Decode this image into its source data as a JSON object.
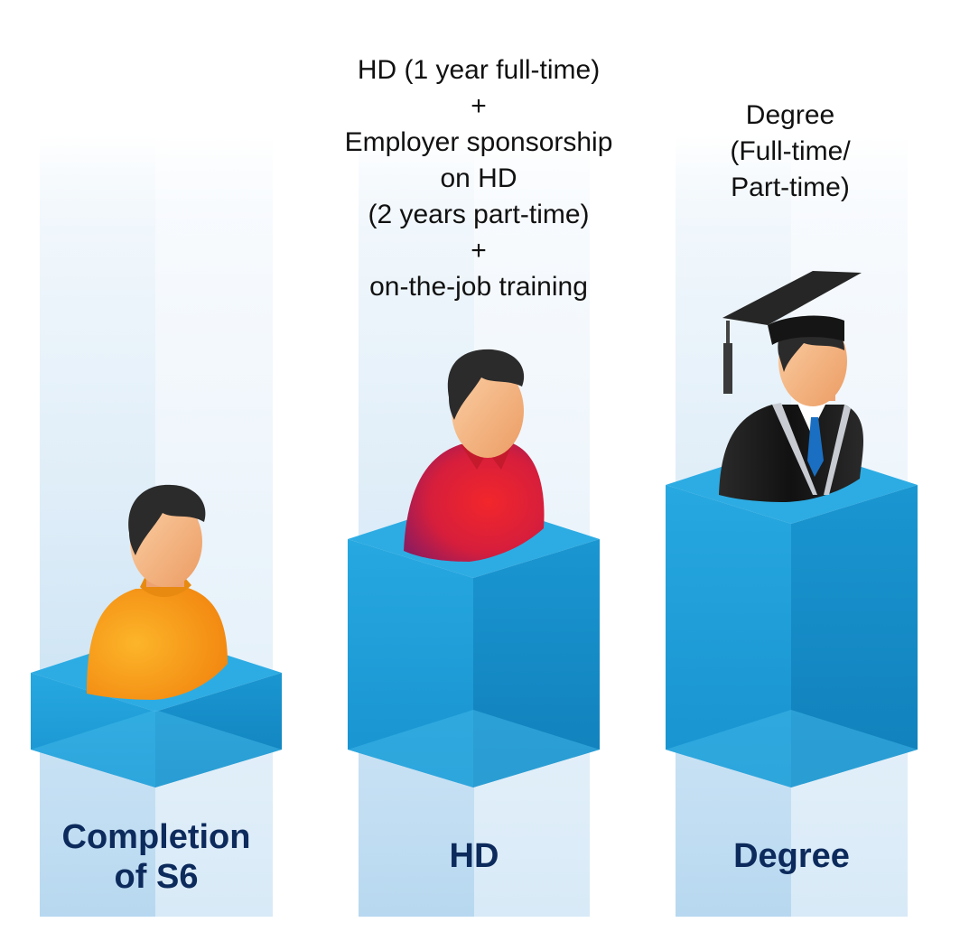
{
  "stages": [
    {
      "label_lines": [
        "Completion",
        "of S6"
      ],
      "description_lines": [],
      "figure": "student-figure-orange-shirt"
    },
    {
      "label_lines": [
        "HD"
      ],
      "description_lines": [
        "HD (1 year full-time)",
        "+",
        "Employer sponsorship",
        "on HD",
        "(2 years part-time)",
        "+",
        "on-the-job training"
      ],
      "figure": "worker-figure-red-shirt"
    },
    {
      "label_lines": [
        "Degree"
      ],
      "description_lines": [
        "Degree",
        "(Full-time/",
        "Part-time)"
      ],
      "figure": "graduate-figure-cap-gown"
    }
  ],
  "colors": {
    "label_text": "#0d2a5c",
    "box_top": "#29aae2",
    "box_front": "#1c9fd9",
    "box_side": "#1289c4",
    "column_light": "#e6f1fa",
    "column_dark": "#bcdcf2",
    "skin": "#f5b07e",
    "hair": "#2b2b2b",
    "shirt_orange": "#f7a21b",
    "shirt_red": "#e52128",
    "gown_black": "#1c1c1c",
    "tie_blue": "#1a6fc2"
  }
}
